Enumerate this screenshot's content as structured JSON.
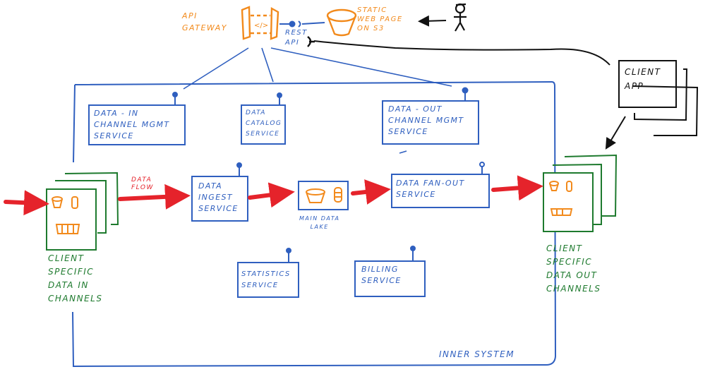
{
  "diagram": {
    "colors": {
      "service": "#2f5fbf",
      "channel": "#1e7a2e",
      "aws": "#f28a1c",
      "data_flow": "#e5232b",
      "client": "#111111"
    },
    "top": {
      "api_gateway_label": "API\nGATEWAY",
      "api_gateway_icon": "api-gateway-icon",
      "rest_api_label": "REST\nAPI",
      "static_page_label": "STATIC\nWEB PAGE\nON S3",
      "bucket_icon": "s3-bucket-icon",
      "user_icon": "stick-figure-user-icon"
    },
    "client_app": {
      "label": "CLIENT\nAPP"
    },
    "services": {
      "data_in_mgmt": "DATA - IN\nCHANNEL MGMT\nSERVICE",
      "data_catalog": "DATA\nCATALOG\nSERVICE",
      "data_out_mgmt": "DATA - OUT\nCHANNEL MGMT\nSERVICE",
      "data_ingest": "DATA\nINGEST\nSERVICE",
      "data_fan_out": "DATA FAN-OUT\nSERVICE",
      "statistics": "STATISTICS\nSERVICE",
      "billing": "BILLING\nSERVICE"
    },
    "data_lake": {
      "label": "MAIN DATA\nLAKE"
    },
    "data_flow_label": "DATA\nFLOW",
    "channels_in_label": "CLIENT\nSPECIFIC\nDATA IN\nCHANNELS",
    "channels_out_label": "CLIENT\nSPECIFIC\nDATA OUT\nCHANNELS",
    "inner_system_label": "INNER SYSTEM"
  }
}
